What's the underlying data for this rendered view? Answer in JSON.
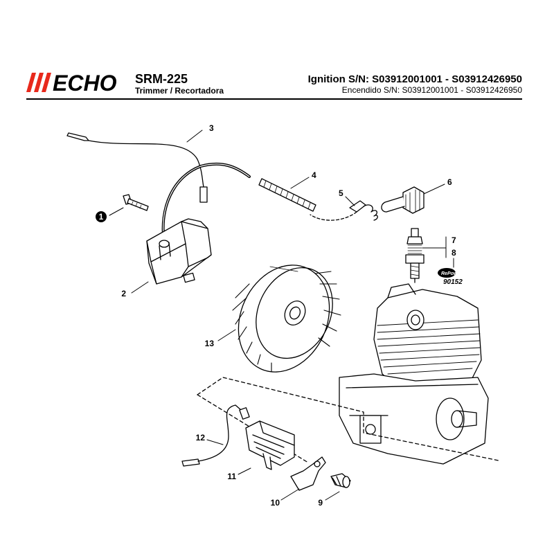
{
  "header": {
    "brand": "ECHO",
    "model": "SRM-225",
    "description": "Trimmer / Recortadora",
    "title": "Ignition S/N: S03912001001 - S03912426950",
    "subtitle": "Encendido S/N: S03912001001 - S03912426950"
  },
  "callouts": {
    "p1": "1",
    "p2": "2",
    "p3": "3",
    "p4": "4",
    "p5": "5",
    "p6": "6",
    "p7": "7",
    "p8": "8",
    "p9": "9",
    "p10": "10",
    "p11": "11",
    "p12": "12",
    "p13": "13"
  },
  "repower": {
    "brand": "RePower",
    "part": "90152"
  },
  "colors": {
    "brand_red": "#e8291c",
    "ink": "#000000"
  }
}
